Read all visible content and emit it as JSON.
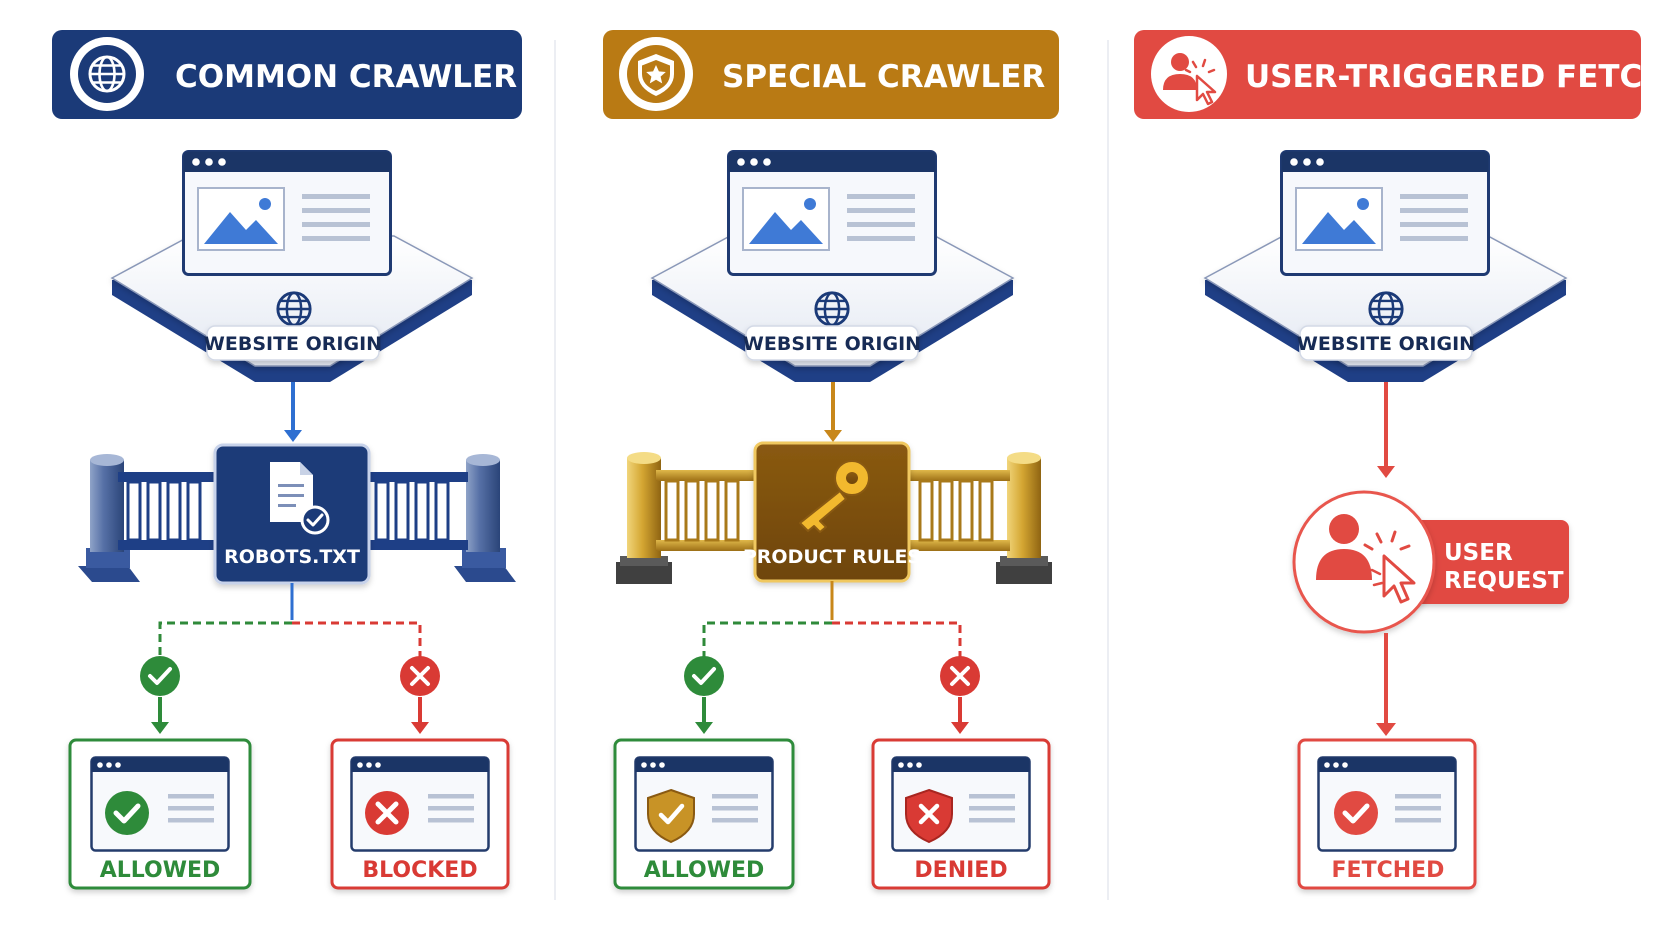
{
  "colors": {
    "navy": "#1b3a78",
    "gold": "#b97a14",
    "red": "#e14a42",
    "green": "#2e8b3a",
    "blocked_red": "#d93a34"
  },
  "columns": [
    {
      "id": "common",
      "header": {
        "label": "COMMON CRAWLER",
        "icon": "globe-icon"
      },
      "origin": {
        "label": "WEBSITE ORIGIN",
        "icon": "globe-icon"
      },
      "gate": {
        "label": "ROBOTS.TXT",
        "icon": "document-check-icon"
      },
      "outcomes": [
        {
          "label": "ALLOWED",
          "status": "allowed",
          "icon": "checkmark-icon"
        },
        {
          "label": "BLOCKED",
          "status": "blocked",
          "icon": "x-icon"
        }
      ]
    },
    {
      "id": "special",
      "header": {
        "label": "SPECIAL CRAWLER",
        "icon": "shield-star-icon"
      },
      "origin": {
        "label": "WEBSITE ORIGIN",
        "icon": "globe-icon"
      },
      "gate": {
        "label": "PRODUCT RULES",
        "icon": "key-icon"
      },
      "outcomes": [
        {
          "label": "ALLOWED",
          "status": "allowed",
          "icon": "shield-check-icon"
        },
        {
          "label": "DENIED",
          "status": "denied",
          "icon": "shield-x-icon"
        }
      ]
    },
    {
      "id": "user",
      "header": {
        "label": "USER-TRIGGERED FETCHER",
        "icon": "user-click-icon"
      },
      "origin": {
        "label": "WEBSITE ORIGIN",
        "icon": "globe-icon"
      },
      "request": {
        "line1": "USER",
        "line2": "REQUEST",
        "icon": "user-click-icon"
      },
      "outcomes": [
        {
          "label": "FETCHED",
          "status": "fetched",
          "icon": "checkmark-icon"
        }
      ]
    }
  ]
}
